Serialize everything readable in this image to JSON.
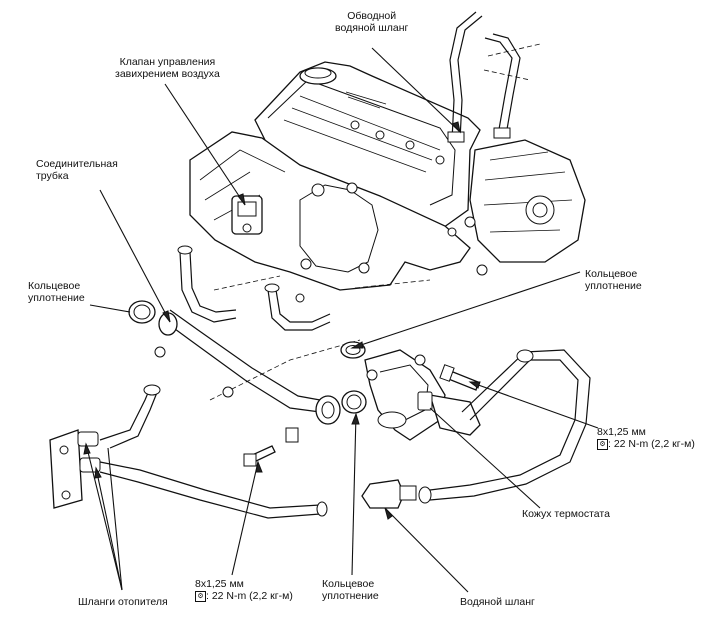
{
  "labels": {
    "bypass_hose_1": "Обводной",
    "bypass_hose_2": "водяной шланг",
    "iac_valve_1": "Клапан управления",
    "iac_valve_2": "завихрением воздуха",
    "connecting_pipe_1": "Соединительная",
    "connecting_pipe_2": "трубка",
    "oring_left_1": "Кольцевое",
    "oring_left_2": "уплотнение",
    "oring_right_1": "Кольцевое",
    "oring_right_2": "уплотнение",
    "bolt_right_1": "8x1,25 мм",
    "bolt_right_2": ": 22 N-m (2,2 кг-м)",
    "thermostat_housing": "Кожух термостата",
    "bolt_bottom_1": "8x1,25 мм",
    "bolt_bottom_2": ": 22 N-m (2,2 кг-м)",
    "oring_bottom_1": "Кольцевое",
    "oring_bottom_2": "уплотнение",
    "water_hose": "Водяной шланг",
    "heater_hoses": "Шланги отопителя"
  },
  "icons": {
    "torque": "torque-wrench-icon"
  }
}
